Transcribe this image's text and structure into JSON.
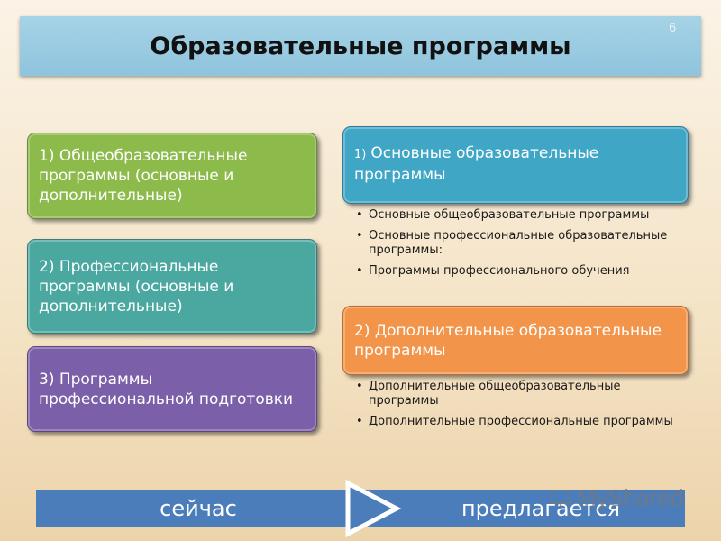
{
  "title": "Образовательные программы",
  "slide_number": "6",
  "left_boxes": {
    "general": "1) Общеобразовательные программы (основные и дополнительные)",
    "professional": "2) Профессиональные программы (основные и дополнительные)",
    "training": "3) Программы профессиональной подготовки"
  },
  "right_main": {
    "number": "1)",
    "label": "Основные образовательные программы",
    "items": [
      "Основные общеобразовательные программы",
      "Основные профессиональные образовательные программы:",
      "Программы профессионального обучения"
    ]
  },
  "right_additional": {
    "label": "2) Дополнительные образовательные программы",
    "items": [
      "Дополнительные общеобразовательные программы",
      "Дополнительные профессиональные программы"
    ]
  },
  "bottom": {
    "now": "сейчас",
    "proposed": "предлагается"
  },
  "watermark": "MyShared",
  "colors": {
    "title_bg": "#8fc4dd",
    "general": "#8cba4b",
    "professional": "#4ba8a0",
    "training": "#7b5fa8",
    "main": "#3fa6c6",
    "additional": "#f2944a",
    "bottom_bar": "#4b7dba"
  }
}
